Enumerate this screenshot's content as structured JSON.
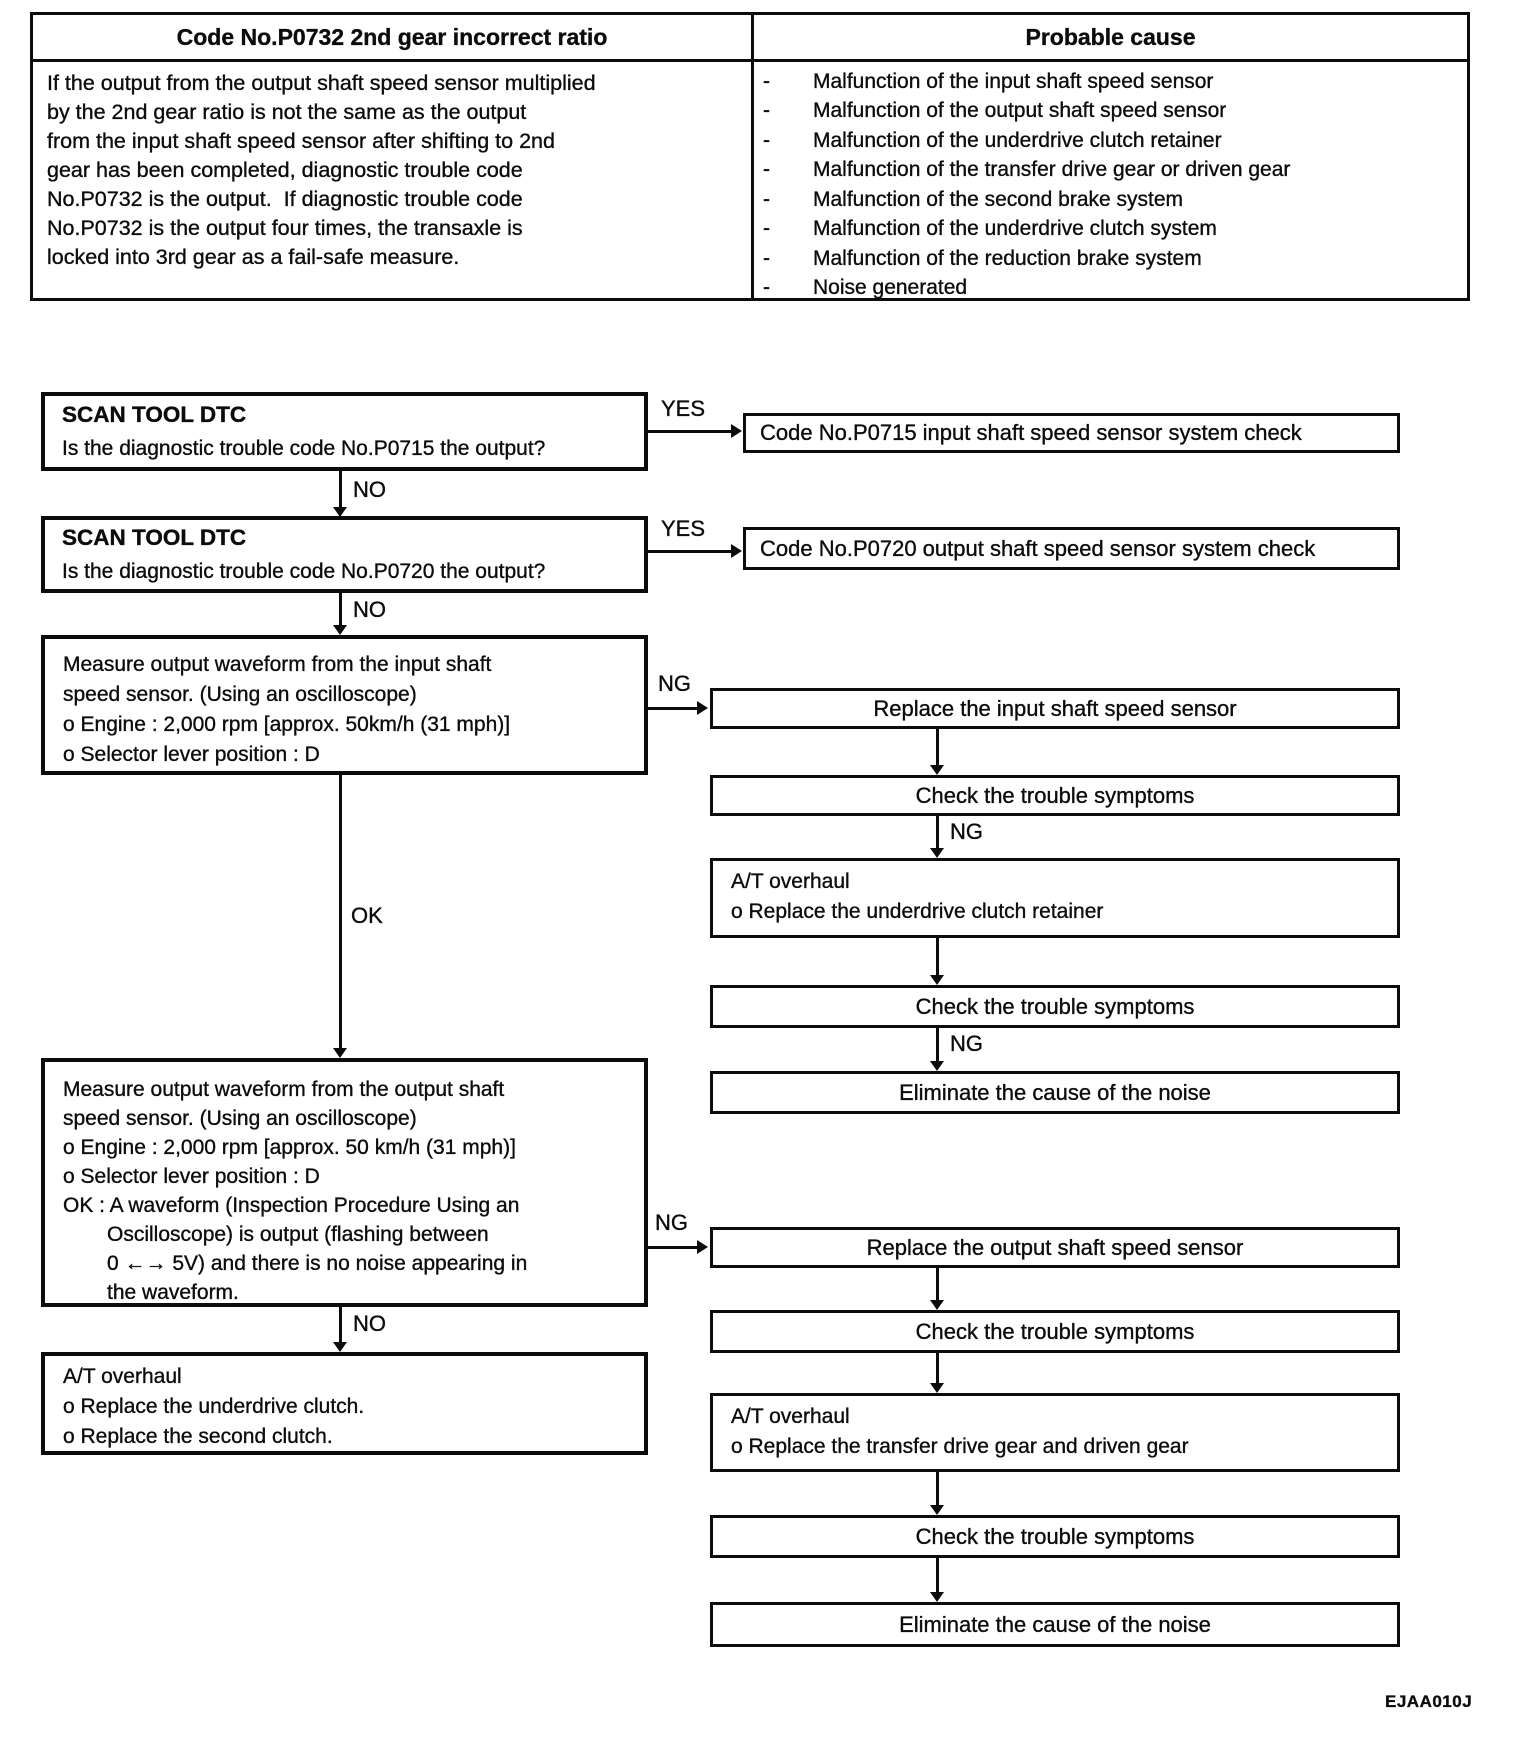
{
  "page": {
    "footer_code": "EJAA010J"
  },
  "table": {
    "header_left": "Code No.P0732 2nd gear incorrect ratio",
    "header_right": "Probable cause",
    "bullet": "-",
    "description_lines": [
      "If the output from the output shaft speed sensor multiplied",
      "by the 2nd gear ratio is not the same as the output",
      "from the input shaft speed sensor after shifting to 2nd",
      "gear has been completed, diagnostic trouble code",
      "No.P0732 is the output.  If diagnostic trouble code",
      "No.P0732 is the output four times, the transaxle is",
      "locked into 3rd gear as a fail-safe measure."
    ],
    "causes": [
      "Malfunction of the input shaft speed sensor",
      "Malfunction of the output shaft speed sensor",
      "Malfunction of the underdrive clutch retainer",
      "Malfunction of the transfer drive gear or driven gear",
      "Malfunction of the second brake system",
      "Malfunction of the underdrive clutch system",
      "Malfunction of the reduction brake system",
      "Noise generated"
    ]
  },
  "labels": {
    "yes": "YES",
    "no": "NO",
    "ng": "NG",
    "ok": "OK"
  },
  "flow": {
    "scan_title": "SCAN TOOL DTC",
    "scan1_question": "Is the diagnostic trouble code No.P0715 the output?",
    "scan2_question": "Is the diagnostic trouble code No.P0720 the output?",
    "p0715_check": "Code No.P0715 input shaft speed sensor system check",
    "p0720_check": "Code No.P0720 output shaft speed sensor system check",
    "measure_input_lines": [
      "Measure output waveform from the input shaft",
      "speed sensor. (Using an oscilloscope)",
      "o Engine : 2,000 rpm [approx. 50km/h (31 mph)]",
      "o Selector lever position : D"
    ],
    "measure_output_lines": [
      "Measure output waveform from the output shaft",
      "speed sensor. (Using an oscilloscope)",
      "o Engine : 2,000 rpm [approx. 50 km/h (31 mph)]",
      "o Selector lever position : D",
      "OK : A waveform (Inspection Procedure Using an",
      "Oscilloscope) is output (flashing between",
      "0 ←→ 5V) and there is no noise appearing in",
      "the waveform."
    ],
    "replace_input": "Replace the input shaft speed sensor",
    "replace_output": "Replace the output shaft speed sensor",
    "check_symptoms": "Check the trouble symptoms",
    "eliminate_noise": "Eliminate the cause of the noise",
    "at_overhaul_title": "A/T overhaul",
    "at_overhaul_retainer": "o Replace the underdrive clutch retainer",
    "at_overhaul_transfer": "o Replace the transfer drive gear and driven gear",
    "at_left_lines": [
      "A/T overhaul",
      "o Replace the underdrive clutch.",
      "o Replace the second clutch."
    ]
  }
}
